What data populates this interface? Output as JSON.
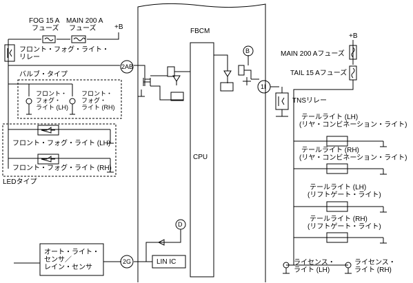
{
  "fuses_left": {
    "fog": [
      "FOG 15 A",
      "フューズ"
    ],
    "main": [
      "MAIN 200 A",
      "フューズ"
    ],
    "plus_b": "+B"
  },
  "module": {
    "title": "FBCM",
    "cpu": "CPU",
    "lin_ic": "LIN IC"
  },
  "connectors": {
    "c2ab": "2AB",
    "c1i": "1I",
    "c2g": "2G",
    "pB": "B",
    "pD": "D"
  },
  "left": {
    "relay": [
      "フロント・フォグ・ライト・",
      "リレー"
    ],
    "bulb_type": "バルブ・タイプ",
    "bulb_lh": [
      "フロント・",
      "フォグ・",
      "ライト (LH)"
    ],
    "bulb_rh": [
      "フロント・",
      "フォグ・",
      "ライト (RH)"
    ],
    "led_lh": "フロント・フォグ・ライト (LH)",
    "led_rh": "フロント・フォグ・ライト (RH)",
    "led_type": "LEDタイプ",
    "sensor": [
      "オート・ライト・",
      "センサ／",
      "レイン・センサ"
    ]
  },
  "right": {
    "plus_b": "+B",
    "main_fuse": "MAIN 200 Aフューズ",
    "tail_fuse": "TAIL 15 Aフューズ",
    "tns_relay": "TNSリレー",
    "tail_lh_combo": [
      "テールライト (LH)",
      "(リヤ・コンビネーション・ライト)"
    ],
    "tail_rh_combo": [
      "テールライト (RH)",
      "(リヤ・コンビネーション・ライト)"
    ],
    "tail_lh_gate": [
      "テールライト (LH)",
      "(リフトゲート・ライト)"
    ],
    "tail_rh_gate": [
      "テールライト (RH)",
      "(リフトゲート・ライト)"
    ],
    "license_lh": [
      "ライセンス・",
      "ライト (LH)"
    ],
    "license_rh": [
      "ライセンス・",
      "ライト (RH)"
    ]
  }
}
